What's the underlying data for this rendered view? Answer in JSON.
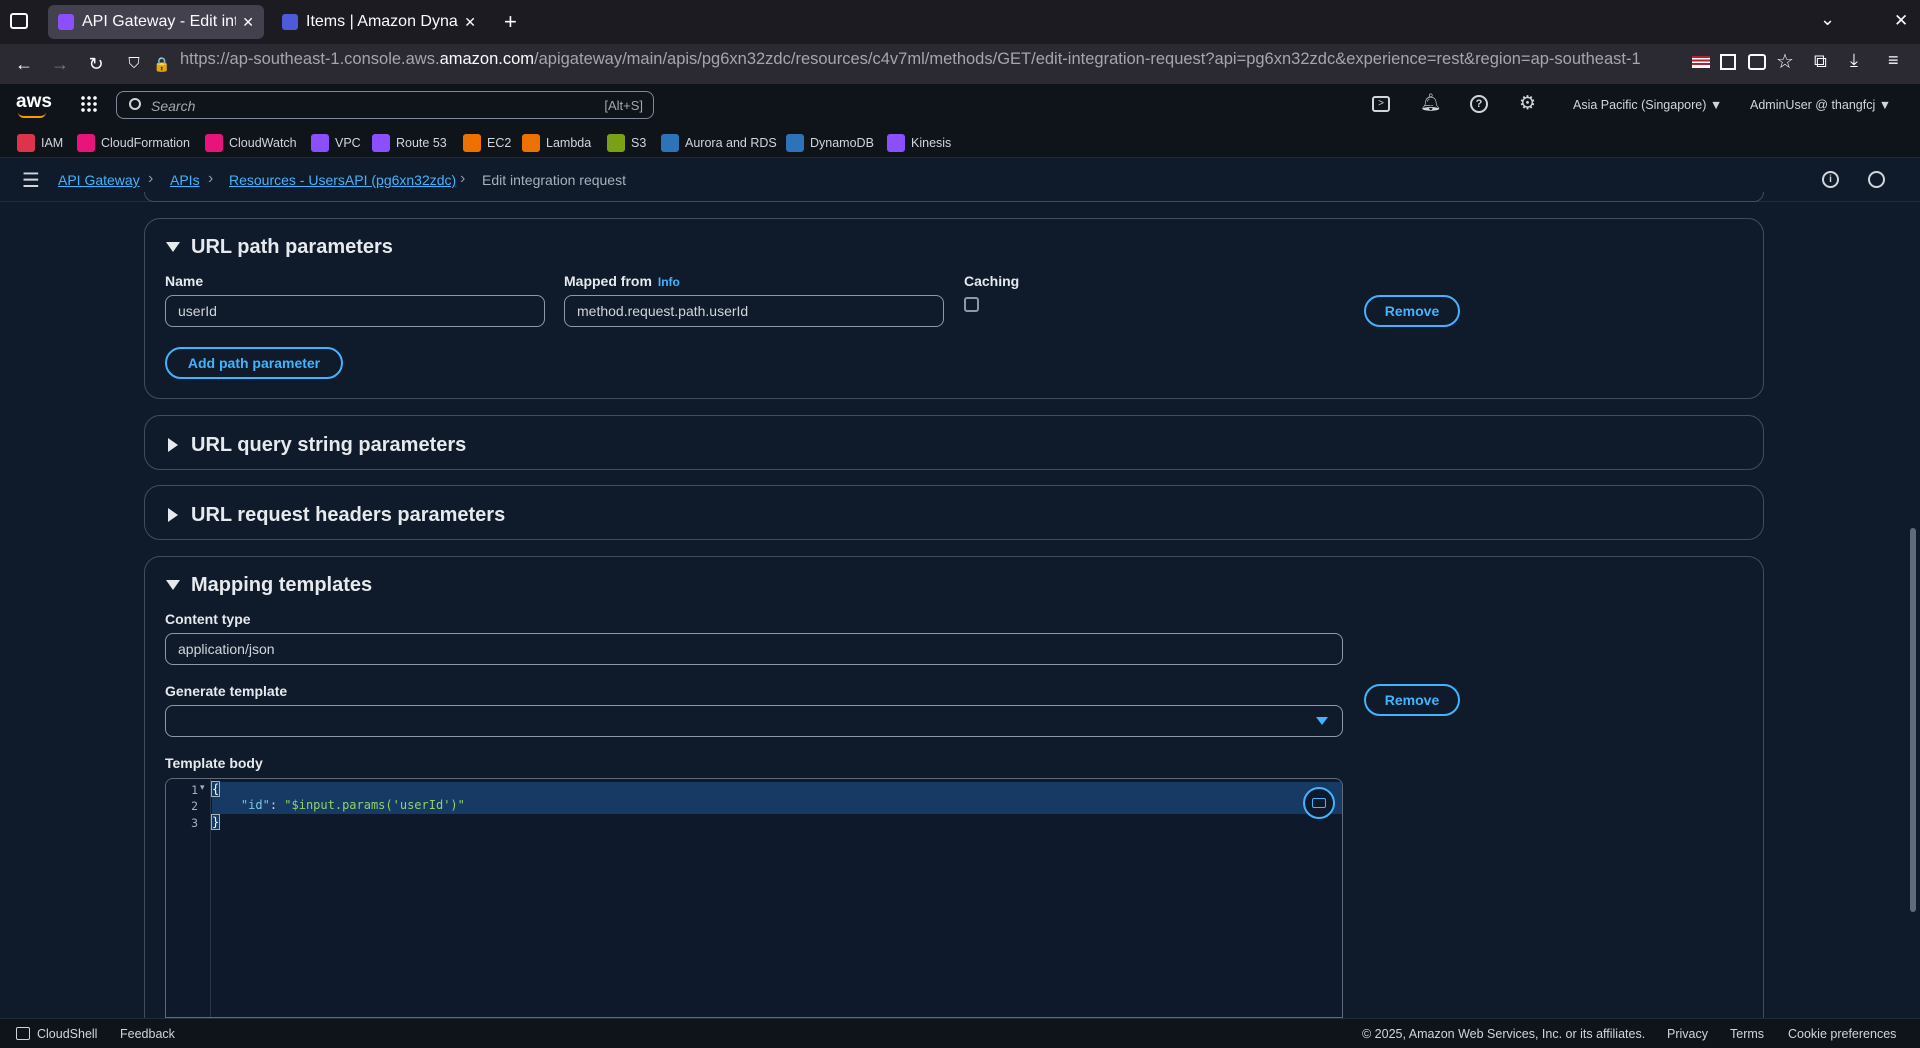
{
  "browser": {
    "tabs": [
      {
        "title": "API Gateway - Edit inte",
        "active": true
      },
      {
        "title": "Items | Amazon Dynam",
        "active": false
      }
    ],
    "url": {
      "prefix": "https://ap-southeast-1.console.aws.",
      "domain": "amazon.com",
      "path": "/apigateway/main/apis/pg6xn32zdc/resources/c4v7ml/methods/GET/edit-integration-request?api=pg6xn32zdc&experience=rest&region=ap-southeast-1"
    }
  },
  "aws_header": {
    "logo": "aws",
    "search_placeholder": "Search",
    "search_shortcut": "[Alt+S]",
    "region": "Asia Pacific (Singapore) ▼",
    "account": "AdminUser @ thangfcj ▼"
  },
  "favorites": [
    "IAM",
    "CloudFormation",
    "CloudWatch",
    "VPC",
    "Route 53",
    "EC2",
    "Lambda",
    "S3",
    "Aurora and RDS",
    "DynamoDB",
    "Kinesis"
  ],
  "favorite_colors": [
    "#dd344c",
    "#e7157b",
    "#e7157b",
    "#8c4fff",
    "#8c4fff",
    "#ed7100",
    "#ed7100",
    "#7aa116",
    "#2e73b8",
    "#2e73b8",
    "#8c4fff"
  ],
  "breadcrumb": {
    "items": [
      "API Gateway",
      "APIs",
      "Resources - UsersAPI (pg6xn32zdc)"
    ],
    "current": "Edit integration request"
  },
  "path_params": {
    "title": "URL path parameters",
    "name_label": "Name",
    "mapped_label": "Mapped from",
    "info": "Info",
    "caching_label": "Caching",
    "name_value": "userId",
    "mapped_value": "method.request.path.userId",
    "remove": "Remove",
    "add": "Add path parameter"
  },
  "query_params": {
    "title": "URL query string parameters"
  },
  "header_params": {
    "title": "URL request headers parameters"
  },
  "mapping": {
    "title": "Mapping templates",
    "content_type_label": "Content type",
    "content_type_value": "application/json",
    "generate_label": "Generate template",
    "remove": "Remove",
    "body_label": "Template body",
    "lines": [
      {
        "n": "1",
        "code": "{"
      },
      {
        "n": "2",
        "key": "\"id\"",
        "colon": ": ",
        "val": "\"$input.params('userId')\""
      },
      {
        "n": "3",
        "code": "}"
      }
    ]
  },
  "footer": {
    "cloudshell": "CloudShell",
    "feedback": "Feedback",
    "copyright": "© 2025, Amazon Web Services, Inc. or its affiliates.",
    "privacy": "Privacy",
    "terms": "Terms",
    "cookies": "Cookie preferences"
  }
}
